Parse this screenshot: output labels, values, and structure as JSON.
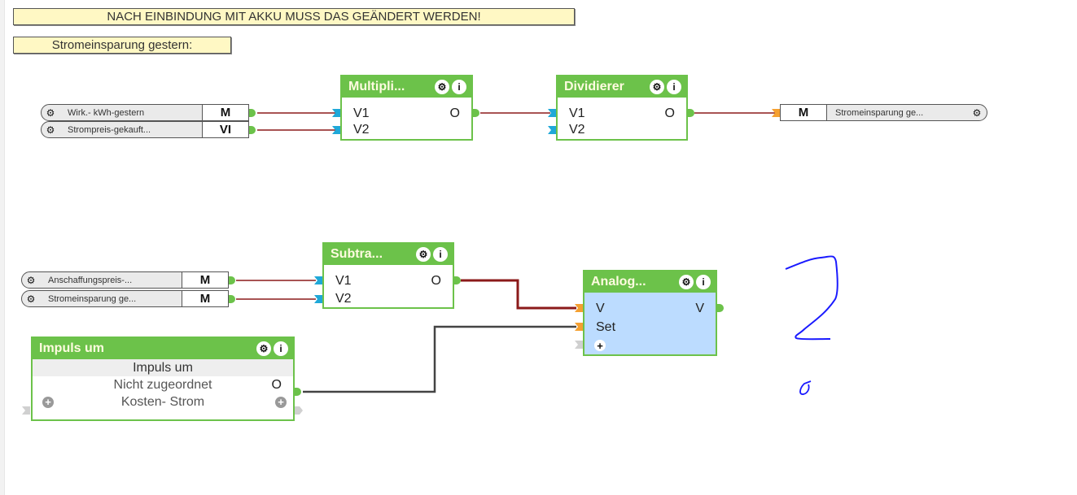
{
  "notes": {
    "warning": "NACH EINBINDUNG MIT AKKU MUSS DAS GEÄNDERT WERDEN!",
    "caption": "Stromeinsparung gestern:"
  },
  "references": [
    {
      "label": "Wirk.- kWh-gestern",
      "tag": "M"
    },
    {
      "label": "Strompreis-gekauft...",
      "tag": "VI"
    },
    {
      "label": "Stromeinsparung ge...",
      "tag": "M"
    },
    {
      "label": "Anschaffungspreis-...",
      "tag": "M"
    },
    {
      "label": "Stromeinsparung ge...",
      "tag": "M"
    }
  ],
  "blocks": {
    "multiplier": {
      "title": "Multipli...",
      "in1": "V1",
      "in2": "V2",
      "out": "O"
    },
    "divider": {
      "title": "Dividierer",
      "in1": "V1",
      "in2": "V2",
      "out": "O"
    },
    "subtractor": {
      "title": "Subtra...",
      "in1": "V1",
      "in2": "V2",
      "out": "O"
    },
    "analog": {
      "title": "Analog...",
      "in1": "V",
      "in2": "Set",
      "out": "V",
      "add": "+"
    },
    "impulse": {
      "title": "Impuls um",
      "row1": "Impuls um",
      "row2": "Nicht zugeordnet",
      "row2_out": "O",
      "row3": "Kosten- Strom"
    }
  },
  "icons": {
    "gear": "⚙",
    "info": "i",
    "plus": "+"
  },
  "colors": {
    "block_green": "#6cc24a",
    "wire_red": "#8b1a1a",
    "wire_gray": "#444444",
    "analog_bg": "#bcdcff",
    "note_bg": "#fff8c4",
    "ink": "#1a1aff"
  }
}
